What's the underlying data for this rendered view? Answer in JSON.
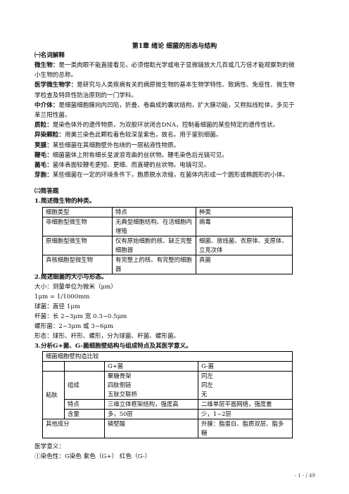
{
  "title": "第1章 绪论  细菌的形态与结构",
  "section1": "㈠名词解释",
  "definitions": [
    {
      "term": "微生物：",
      "text": "是一类肉眼不能直接看见，必须借助光学或电子显微镜放大几百或几万倍才能观察到的微小生物的总称。"
    },
    {
      "term": "医学微生物学：",
      "text": "是研究与人类疾病有关的病原微生物的基本生物学特性、致病性、免疫性、微生物学检查及特异性防治原则的一门学科。"
    },
    {
      "term": "中介体：",
      "text": "是细菌细胞膜向内凹陷，折叠、卷曲成的囊状结构，扩大膜功能，又称拟线粒体，多见于革兰阳性菌。"
    },
    {
      "term": "质粒：",
      "text": "是染色体外的遗传物质，为双股环状闭合DNA，控制着细菌的某些特定的遗传性状。"
    },
    {
      "term": "异染颗粒：",
      "text": "用美兰染色此颗粒着色较深呈紫色，故名。用于鉴别细菌。"
    },
    {
      "term": "荚膜：",
      "text": "某些细菌在其细胞壁外包绕的一层粘液性物质。"
    },
    {
      "term": "鞭毛：",
      "text": "细菌菌体上附有细长呈波浪弯曲的丝状物。鞭毛染色后光镜可见。"
    },
    {
      "term": "菌毛：",
      "text": "菌体表面较鞭毛更短、更细、而直硬的丝状物。电镜可见。"
    },
    {
      "term": "芽胞：",
      "text": "某些细菌在一定的环境条件下，胞质脱水浓缩，在菌体内形成一个圆形或椭圆形的小体。"
    }
  ],
  "section2": "㈡简答题",
  "q1": "1.简述微生物的种类。",
  "table1": {
    "headers": [
      "细胞类型",
      "特点",
      "种类"
    ],
    "rows": [
      [
        "非细胞型微生物",
        "无典型细胞结构、在活细胞内增殖",
        "病毒"
      ],
      [
        "原细胞型微生物",
        "仅有原始细胞的核、缺乏完整细胞器",
        "细菌、放线菌、衣原体、支原体、立克次体"
      ],
      [
        "真核细胞型微生物",
        "有完整上的核、有完整的细胞器",
        "真菌"
      ]
    ]
  },
  "q2": "2.简述细菌的大小与形态。",
  "q2_lines": [
    "大小：测量单位为微米（μm）",
    "1μm = 1/1000mm",
    "球菌：直径 1μm",
    "杆菌：长 2~3μm   宽 0.3~0.5μm",
    "螺形菌：2~3μm 或 3~6μm",
    "形态：球形、杆形、螺形，分为球菌、杆菌、螺形菌。"
  ],
  "q3": "3.分析G+菌、G-菌细胞壁结构与组成特点及其医学意义。",
  "table2": {
    "caption": "细菌细胞壁构造比较",
    "col_gpos": "G+菌",
    "col_gneg": "G-菌",
    "peptidoglycan": "粘肽",
    "composition": "组成",
    "comp_gpos": [
      "聚糖骨架",
      "四肽侧链",
      "五肽交联桥"
    ],
    "comp_gneg": [
      "同左",
      "同左",
      "无"
    ],
    "feature": "特点",
    "feat_gpos": "三维立体框架结构，强度高",
    "feat_gneg": "二维单层平面网络，强度差",
    "content": "含量",
    "cont_gpos": "多，50层",
    "cont_gneg": "少，1~2层",
    "other": "其他成分",
    "other_gpos": "磷壁酸",
    "other_gneg": "外膜：脂蛋白、脂质双层、脂多糖"
  },
  "significance_title": "医学意义：",
  "significance_1": "①染色性：G染色  紫色（G+）    红色（G-）",
  "footer": "- 1 -  /  49"
}
